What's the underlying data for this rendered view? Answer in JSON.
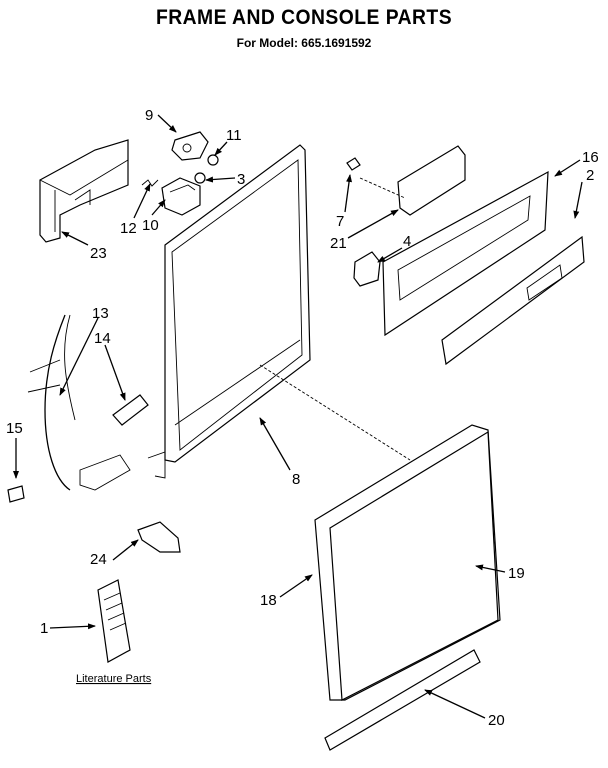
{
  "header": {
    "title": "FRAME AND CONSOLE PARTS",
    "subtitle": "For Model: 665.1691592"
  },
  "labels": {
    "l1": "1",
    "l2": "2",
    "l3": "3",
    "l4": "4",
    "l7": "7",
    "l8": "8",
    "l9": "9",
    "l10": "10",
    "l11": "11",
    "l12": "12",
    "l13": "13",
    "l14": "14",
    "l15": "15",
    "l16": "16",
    "l18": "18",
    "l19": "19",
    "l20": "20",
    "l21": "21",
    "l23": "23",
    "l24": "24"
  },
  "literature_label": "Literature Parts"
}
